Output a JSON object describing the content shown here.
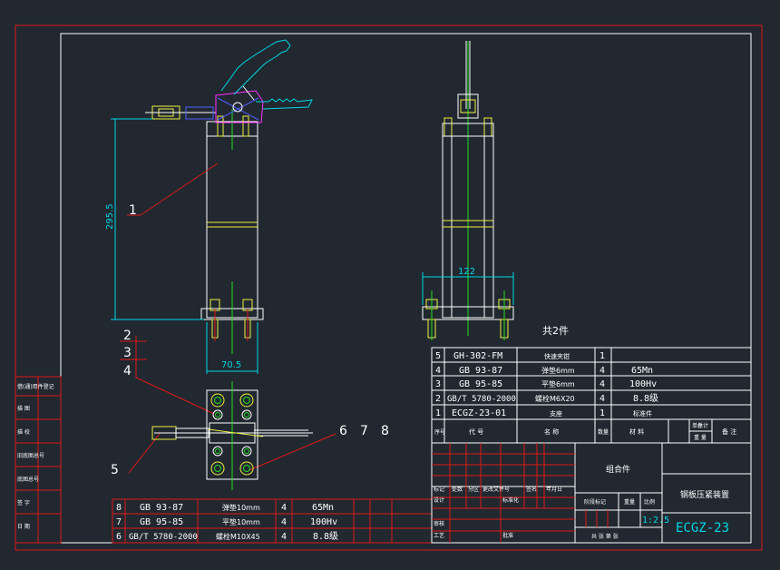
{
  "colors": {
    "background": "#212830",
    "red": "#e01818",
    "white": "#ffffff",
    "cyan": "#00d8e8",
    "yellow": "#f0f040",
    "green": "#20e020",
    "magenta": "#ff30ff",
    "blue": "#5060ff"
  },
  "drawing": {
    "dimension_height": "295.5",
    "dimension_width_side": "70.5",
    "dimension_width_front": "122",
    "callouts": [
      "1",
      "2",
      "3",
      "4",
      "5",
      "6",
      "7",
      "8"
    ],
    "note": "共2件"
  },
  "upper_bom": {
    "rows": [
      {
        "no": "5",
        "code": "GH-302-FM",
        "name": "快速夹钳",
        "qty": "1",
        "material": ""
      },
      {
        "no": "4",
        "code": "GB 93-87",
        "name": "弹垫6mm",
        "qty": "4",
        "material": "65Mn"
      },
      {
        "no": "3",
        "code": "GB 95-85",
        "name": "平垫6mm",
        "qty": "4",
        "material": "100Hv"
      },
      {
        "no": "2",
        "code": "GB/T 5780-2000",
        "name": "螺栓M6X20",
        "qty": "4",
        "material": "8.8级"
      },
      {
        "no": "1",
        "code": "ECGZ-23-01",
        "name": "支座",
        "qty": "1",
        "material": "标准件"
      }
    ],
    "header": {
      "no": "序号",
      "code": "代 号",
      "name": "名 称",
      "qty": "数量",
      "material": "材 料",
      "unit_weight": "单件",
      "total_weight": "总计",
      "weight": "重 量",
      "remark": "备 注"
    }
  },
  "lower_bom": {
    "rows": [
      {
        "no": "8",
        "code": "GB 93-87",
        "name": "弹垫10mm",
        "qty": "4",
        "material": "65Mn"
      },
      {
        "no": "7",
        "code": "GB 95-85",
        "name": "平垫10mm",
        "qty": "4",
        "material": "100Hv"
      },
      {
        "no": "6",
        "code": "GB/T 5780-2000",
        "name": "螺栓M10X45",
        "qty": "4",
        "material": "8.8级"
      }
    ]
  },
  "title_block": {
    "assembly": "组合件",
    "part_name": "钢板压紧装置",
    "drawing_no": "ECGZ-23",
    "scale": "1:2.5",
    "marking": "标记",
    "count": "处数",
    "zone": "分区",
    "change_doc": "更改文件号",
    "signature": "签名",
    "date": "年月日",
    "design": "设计",
    "standardize": "标准化",
    "review": "审核",
    "process": "工艺",
    "approve": "批准",
    "stage_mark": "阶段标记",
    "weight": "重量",
    "ratio": "比例",
    "sheets": "共 张 第 张"
  },
  "left_strip": {
    "labels": [
      "借(通)用件登记",
      "描 图",
      "描 校",
      "旧底图总号",
      "底图总号",
      "签 字",
      "日 期"
    ]
  }
}
